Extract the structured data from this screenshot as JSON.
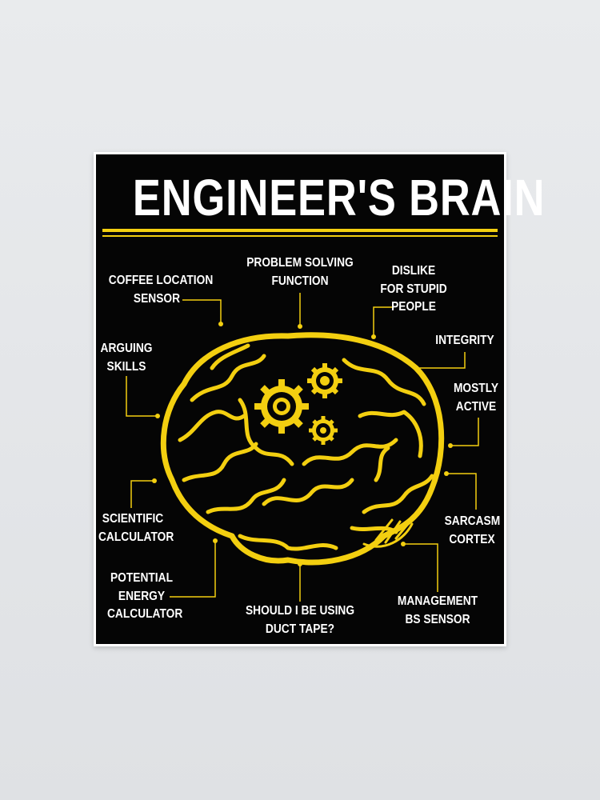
{
  "poster": {
    "title": "ENGINEER'S BRAIN",
    "accent_color": "#f3cf10",
    "labels": {
      "coffee": [
        "COFFEE LOCATION",
        "SENSOR"
      ],
      "problem": [
        "PROBLEM SOLVING",
        "FUNCTION"
      ],
      "dislike": [
        "DISLIKE",
        "FOR STUPID",
        "PEOPLE"
      ],
      "integrity": [
        "INTEGRITY"
      ],
      "arguing": [
        "ARGUING",
        "SKILLS"
      ],
      "mostly": [
        "MOSTLY",
        "ACTIVE"
      ],
      "scientific": [
        "SCIENTIFIC",
        "CALCULATOR"
      ],
      "sarcasm": [
        "SARCASM",
        "CORTEX"
      ],
      "potential": [
        "POTENTIAL",
        "ENERGY",
        "CALCULATOR"
      ],
      "duct": [
        "SHOULD I BE USING",
        "DUCT TAPE?"
      ],
      "management": [
        "MANAGEMENT",
        "BS SENSOR"
      ]
    }
  }
}
